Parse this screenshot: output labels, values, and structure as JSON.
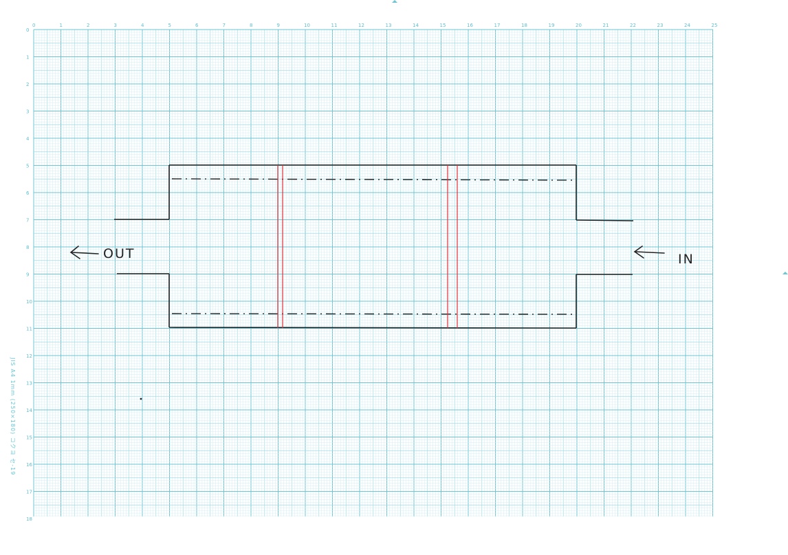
{
  "labels": {
    "out": "OUT",
    "in": "IN"
  },
  "paper_caption": "JIS A4  1mm (250×180)  コクヨ セ-19",
  "axis_ticks": {
    "top": [
      "0",
      "1",
      "2",
      "3",
      "4",
      "5",
      "6",
      "7",
      "8",
      "9",
      "10",
      "11",
      "12",
      "13",
      "14",
      "15",
      "16",
      "17",
      "18",
      "19",
      "20",
      "21",
      "22",
      "23",
      "24",
      "25"
    ],
    "left": [
      "0",
      "1",
      "2",
      "3",
      "4",
      "5",
      "6",
      "7",
      "8",
      "9",
      "10",
      "11",
      "12",
      "13",
      "14",
      "15",
      "16",
      "17",
      "18"
    ]
  },
  "icons": {
    "out_arrow": "arrow-left-icon",
    "in_arrow": "arrow-left-icon"
  },
  "colors": {
    "grid_minor": "#d2eef2",
    "grid_mid": "#9fdbe5",
    "grid_major": "#6cc6d4",
    "ink": "#222222",
    "red_line": "#e0303a"
  }
}
